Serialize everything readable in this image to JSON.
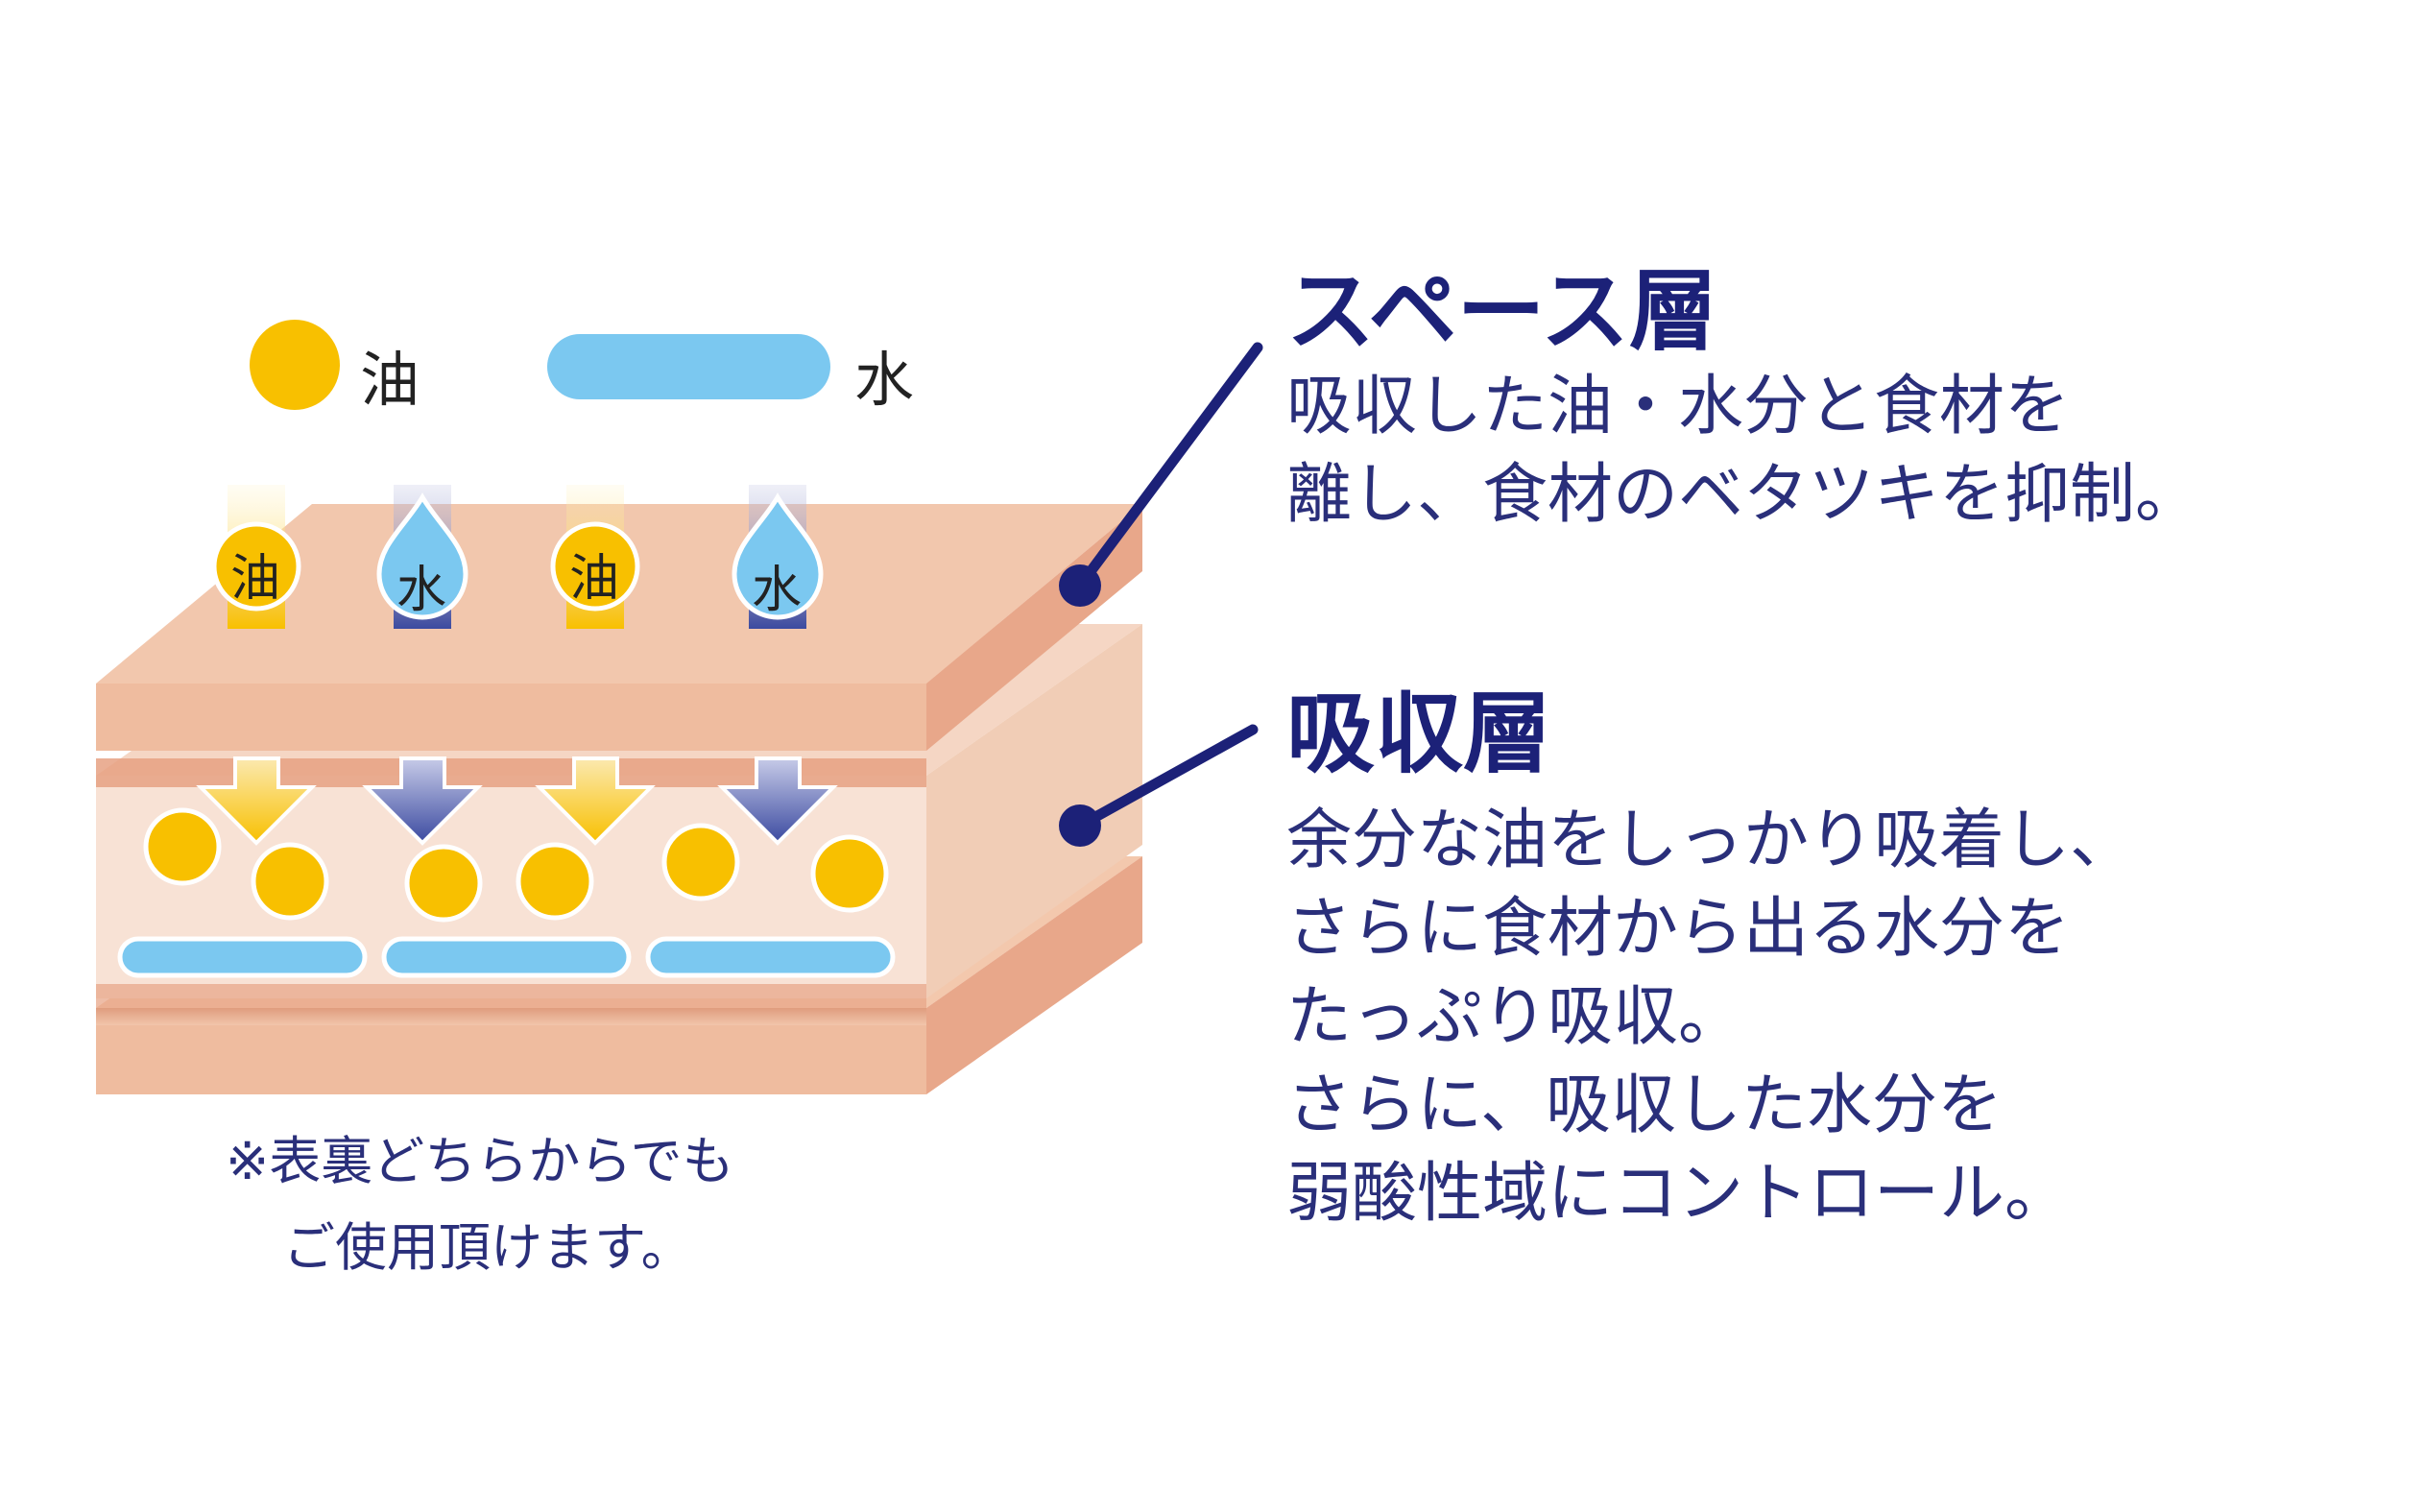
{
  "legend": {
    "oil_label": "油",
    "water_label": "水"
  },
  "markers": {
    "oil": "油",
    "water": "水"
  },
  "space_layer": {
    "title": "スペース層",
    "description": [
      "吸収した油・水分と食材を",
      "離し、食材のベタツキを抑制。"
    ]
  },
  "absorb_layer": {
    "title": "吸収層",
    "description": [
      "余分な油をしっかり吸着し、",
      "さらに食材から出る水分を",
      "たっぷり吸収。",
      "さらに、吸収した水分を",
      "弱酸性域にコントロール。"
    ]
  },
  "note": [
    "※表裏どちらからでも",
    "ご使用頂けます。"
  ],
  "colors": {
    "oil": "#f8c000",
    "water": "#7bc8f0",
    "navy": "#1c2178",
    "layer_top": "#f2c9b0",
    "layer_front": "#efbc9f",
    "layer_side": "#e8a78a",
    "absorb_face": "#f8e0d2"
  }
}
